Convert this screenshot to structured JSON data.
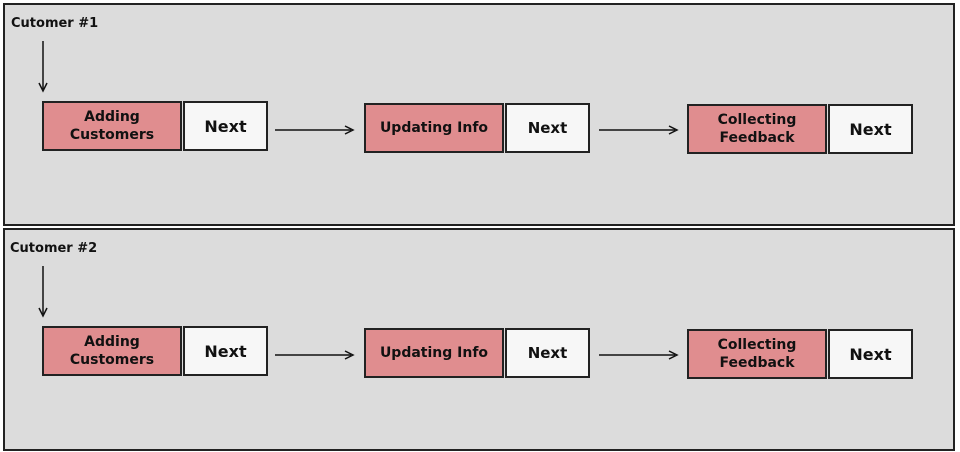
{
  "customers": [
    {
      "title": "Cutomer #1",
      "steps": [
        {
          "label": "Adding Customers",
          "next": "Next"
        },
        {
          "label": "Updating Info",
          "next": "Next"
        },
        {
          "label": "Collecting Feedback",
          "next": "Next"
        }
      ]
    },
    {
      "title": "Cutomer #2",
      "steps": [
        {
          "label": "Adding Customers",
          "next": "Next"
        },
        {
          "label": "Updating Info",
          "next": "Next"
        },
        {
          "label": "Collecting Feedback",
          "next": "Next"
        }
      ]
    }
  ],
  "colors": {
    "panel_bg": "#dcdcdc",
    "step_fill": "#e08d8f",
    "next_fill": "#f7f7f7",
    "stroke": "#222222"
  }
}
